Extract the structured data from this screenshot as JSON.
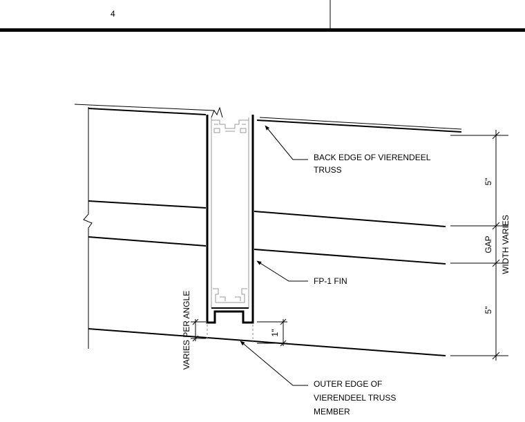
{
  "title_block": {
    "sheet_number": "4"
  },
  "labels": {
    "back_edge_line1": "BACK EDGE OF VIERENDEEL",
    "back_edge_line2": "TRUSS",
    "fin": "FP-1 FIN",
    "outer_edge_line1": "OUTER EDGE OF",
    "outer_edge_line2": "VIERENDEEL TRUSS",
    "outer_edge_line3": "MEMBER"
  },
  "dimensions": {
    "top_depth": "5\"",
    "gap": "GAP",
    "bottom_depth": "5\"",
    "overall_width": "WIDTH VARIES",
    "fin_offset": "1\"",
    "varies_angle": "VARIES PER ANGLE"
  },
  "colors": {
    "linework": "#000000",
    "light_linework": "#9a9a9a"
  }
}
